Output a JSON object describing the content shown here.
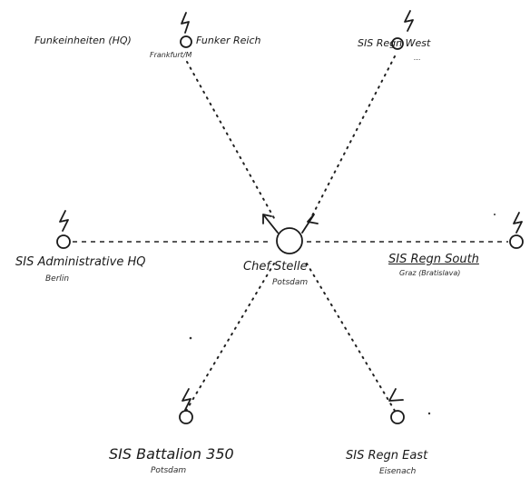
{
  "diagram": {
    "labels": {
      "n1": "Funkeinheiten (HQ)",
      "n1b": "Funker  Reich",
      "n2": "SIS Regn West",
      "n3": "SIS Administrative HQ",
      "n4": "Chef Stelle",
      "n5": "SIS Regn South",
      "n6": "SIS Battalion 350",
      "n7": "SIS Regn East"
    },
    "sublabels": {
      "n1": "Frankfurt/M",
      "n2": "...",
      "n3": "Berlin",
      "n4": "Potsdam",
      "n5": "Graz (Bratislava)",
      "n6": "Potsdam",
      "n7": "Eisenach"
    }
  }
}
